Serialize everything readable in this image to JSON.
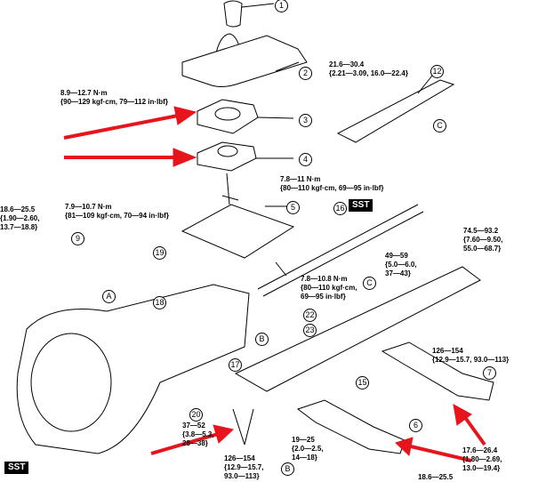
{
  "diagram": {
    "subject": "Manual transmission removal/installation exploded view",
    "callouts": [
      {
        "id": "n1",
        "text": "1"
      },
      {
        "id": "n2",
        "text": "2"
      },
      {
        "id": "n3",
        "text": "3"
      },
      {
        "id": "n4",
        "text": "4"
      },
      {
        "id": "n5",
        "text": "5"
      },
      {
        "id": "n6",
        "text": "6"
      },
      {
        "id": "n7",
        "text": "7"
      },
      {
        "id": "n9",
        "text": "9"
      },
      {
        "id": "n12",
        "text": "12"
      },
      {
        "id": "n15",
        "text": "15"
      },
      {
        "id": "n16",
        "text": "16"
      },
      {
        "id": "n17",
        "text": "17"
      },
      {
        "id": "n18",
        "text": "18"
      },
      {
        "id": "n19",
        "text": "19"
      },
      {
        "id": "n20",
        "text": "20"
      },
      {
        "id": "n22",
        "text": "22"
      },
      {
        "id": "n23",
        "text": "23"
      },
      {
        "id": "nA",
        "text": "A"
      },
      {
        "id": "nB1",
        "text": "B"
      },
      {
        "id": "nB2",
        "text": "B"
      },
      {
        "id": "nC1",
        "text": "C"
      },
      {
        "id": "nC2",
        "text": "C"
      }
    ],
    "sst_labels": [
      "SST",
      "SST"
    ],
    "torque_specs": {
      "t1": [
        "8.9—12.7 N·m",
        "{90—129 kgf·cm, 79—112 in·lbf}"
      ],
      "t2": [
        "21.6—30.4",
        "{2.21—3.09, 16.0—22.4}"
      ],
      "t3": [
        "18.6—25.5",
        "{1.90—2.60,",
        "13.7—18.8}"
      ],
      "t4": [
        "7.9—10.7 N·m",
        "{81—109 kgf·cm, 70—94 in·lbf}"
      ],
      "t5": [
        "7.8—11 N·m",
        "{80—110 kgf·cm, 69—95 in·lbf}"
      ],
      "t6": [
        "74.5—93.2",
        "{7.60—9.50,",
        "55.0—68.7}"
      ],
      "t7": [
        "49—59",
        "{5.0—6.0,",
        "37—43}"
      ],
      "t8": [
        "7.8—10.8 N·m",
        "{80—110 kgf·cm,",
        "69—95 in·lbf}"
      ],
      "t9": [
        "126—154",
        "{12.9—15.7, 93.0—113}"
      ],
      "t10": [
        "37—52",
        "{3.8—5.3,",
        "28—38}"
      ],
      "t11": [
        "126—154",
        "{12.9—15.7,",
        "93.0—113}"
      ],
      "t12": [
        "19—25",
        "{2.0—2.5,",
        "14—18}"
      ],
      "t13": [
        "17.6—26.4",
        "{1.80—2.69,",
        "13.0—19.4}"
      ],
      "t14": [
        "18.6—25.5"
      ]
    },
    "annotation_color": "#e8141b"
  }
}
